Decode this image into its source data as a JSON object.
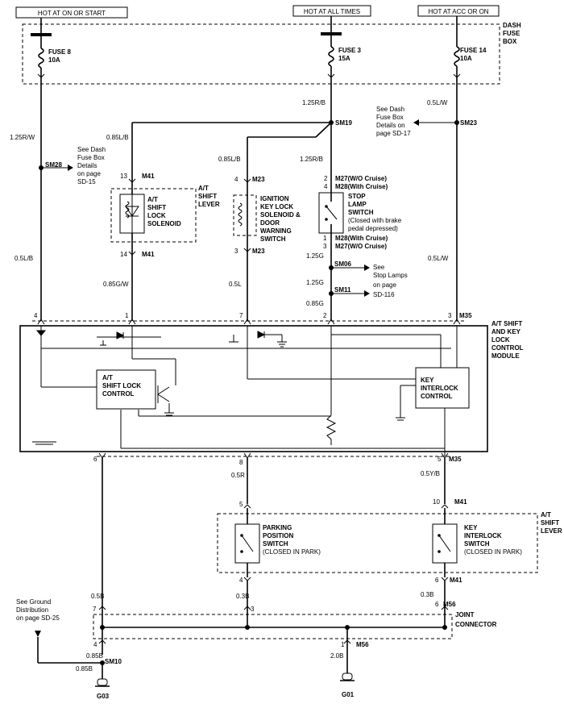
{
  "power": {
    "on_or_start": "HOT AT ON OR START",
    "all_times": "HOT AT ALL TIMES",
    "acc_or_on": "HOT AT ACC OR ON"
  },
  "dash_fuse_box": [
    "DASH",
    "FUSE",
    "BOX"
  ],
  "fuses": [
    {
      "name": "FUSE 8",
      "rating": "10A"
    },
    {
      "name": "FUSE 3",
      "rating": "15A"
    },
    {
      "name": "FUSE 14",
      "rating": "10A"
    }
  ],
  "wires": {
    "w1": "1.25R/W",
    "w2": "1.25R/B",
    "w3": "0.5L/W",
    "w4": "0.85L/B",
    "w5": "0.85L/B",
    "w6": "1.25R/B",
    "w7": "0.5L/B",
    "w8": "0.85G/W",
    "w9": "0.5L",
    "w10": "1.25G",
    "w11": "1.25G",
    "w12": "0.85G",
    "w13": "0.5L/W",
    "w14": "0.5R",
    "w15": "0.5Y/B",
    "w16": "0.5B",
    "w17": "0.3B",
    "w18": "0.3B",
    "w19": "0.85B",
    "w20": "0.85B",
    "w21": "2.0B"
  },
  "splices": {
    "sm19": "SM19",
    "sm23": "SM23",
    "sm28": "SM28",
    "sm06": "SM06",
    "sm11": "SM11",
    "sm10": "SM10"
  },
  "notes": {
    "sd15": [
      "See Dash",
      "Fuse Box",
      "Details",
      "on page",
      "SD-15"
    ],
    "sd17": [
      "See Dash",
      "Fuse Box",
      "Details on",
      "page SD-17"
    ],
    "sd116": [
      "See",
      "Stop Lamps",
      "on page",
      "SD-116"
    ],
    "sd25": [
      "See Ground",
      "Distribution",
      "on page SD-25"
    ]
  },
  "connectors": {
    "m41_13": "13",
    "m41": "M41",
    "m41_14": "14",
    "m41_b": "M41",
    "m23_4": "4",
    "m23": "M23",
    "m23_3": "3",
    "m23_b": "M23",
    "m27_2": "2",
    "m27_top": "M27(W/O Cruise)",
    "m28_4": "4",
    "m28_top": "M28(With Cruise)",
    "m28_1": "1",
    "m28_bot": "M28(With Cruise)",
    "m27_3": "3",
    "m27_bot": "M27(W/O Cruise)",
    "m35_4": "4",
    "m35_1": "1",
    "m35_7": "7",
    "m35_2": "2",
    "m35_3": "3",
    "m35": "M35",
    "m35_6": "6",
    "m35_8": "8",
    "m35_5": "5",
    "m35_b": "M35",
    "m41_5": "5",
    "m41_10": "10",
    "m41_c": "M41",
    "m41_4": "4",
    "m41_6": "6",
    "m41_d": "M41",
    "m56_7": "7",
    "m56_3": "3",
    "m56_6": "6",
    "m56": "M56",
    "m56_4": "4",
    "m56_1": "1",
    "m56_b": "M56"
  },
  "components": {
    "a_t_shift_lever_top": [
      "A/T",
      "SHIFT",
      "LEVER"
    ],
    "solenoid": [
      "A/T",
      "SHIFT",
      "LOCK",
      "SOLENOID"
    ],
    "ignition": [
      "IGNITION",
      "KEY LOCK",
      "SOLENOID &",
      "DOOR",
      "WARNING",
      "SWITCH"
    ],
    "stop_lamp": [
      "STOP",
      "LAMP",
      "SWITCH",
      "(Closed with brake",
      "pedal depressed)"
    ],
    "module": [
      "A/T SHIFT",
      "AND KEY",
      "LOCK",
      "CONTROL",
      "MODULE"
    ],
    "shift_lock_control": [
      "A/T",
      "SHIFT LOCK",
      "CONTROL"
    ],
    "key_interlock_control": [
      "KEY",
      "INTERLOCK",
      "CONTROL"
    ],
    "parking": [
      "PARKING",
      "POSITION",
      "SWITCH",
      "(CLOSED IN PARK)"
    ],
    "key_interlock_switch": [
      "KEY",
      "INTERLOCK",
      "SWITCH",
      "(CLOSED IN PARK)"
    ],
    "a_t_shift_lever_bottom": [
      "A/T",
      "SHIFT",
      "LEVER"
    ],
    "joint": [
      "JOINT",
      "CONNECTOR"
    ]
  },
  "grounds": {
    "g03": "G03",
    "g01": "G01"
  }
}
